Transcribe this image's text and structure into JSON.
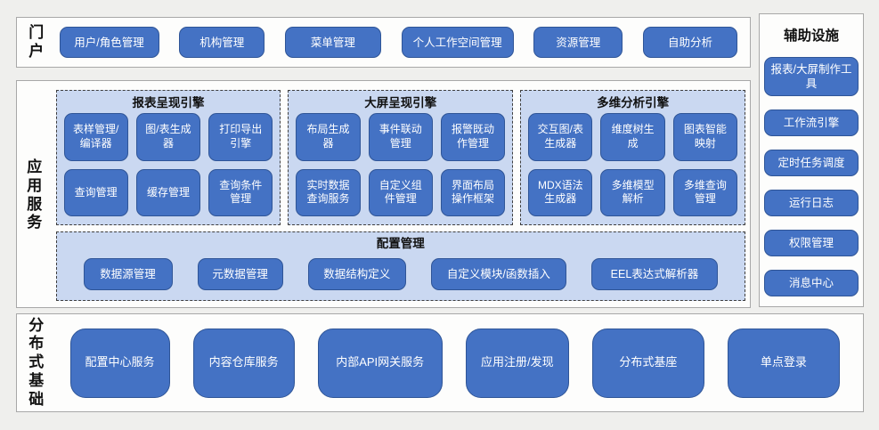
{
  "colors": {
    "button_fill": "#4472C4",
    "button_border": "#2F5597",
    "button_text": "#FFFFFF",
    "panel_fill": "#CAD8F1",
    "panel_dashed_border": "#3E3E3E",
    "section_fill": "#FDFDFC",
    "section_border": "#A8A8A8",
    "background": "#EFEFED",
    "label_text": "#121212"
  },
  "portal": {
    "label": "门户",
    "buttons": [
      "用户/角色管理",
      "机构管理",
      "菜单管理",
      "个人工作空间管理",
      "资源管理",
      "自助分析"
    ]
  },
  "app_services": {
    "label": "应用服务",
    "engines": [
      {
        "title": "报表呈现引擎",
        "buttons": [
          "表样管理/编译器",
          "图/表生成器",
          "打印导出引擎",
          "查询管理",
          "缓存管理",
          "查询条件管理"
        ]
      },
      {
        "title": "大屏呈现引擎",
        "buttons": [
          "布局生成器",
          "事件联动管理",
          "报警既动作管理",
          "实时数据查询服务",
          "自定义组件管理",
          "界面布局操作框架"
        ]
      },
      {
        "title": "多维分析引擎",
        "buttons": [
          "交互图/表生成器",
          "维度树生成",
          "图表智能映射",
          "MDX语法生成器",
          "多维模型解析",
          "多维查询管理"
        ]
      }
    ],
    "config": {
      "title": "配置管理",
      "buttons": [
        "数据源管理",
        "元数据管理",
        "数据结构定义",
        "自定义模块/函数插入",
        "EEL表达式解析器"
      ]
    }
  },
  "auxiliary": {
    "title": "辅助设施",
    "buttons": [
      "报表/大屏制作工具",
      "工作流引擎",
      "定时任务调度",
      "运行日志",
      "权限管理",
      "消息中心"
    ]
  },
  "foundation": {
    "label": "分布式基础",
    "buttons": [
      "配置中心服务",
      "内容仓库服务",
      "内部API网关服务",
      "应用注册/发现",
      "分布式基座",
      "单点登录"
    ]
  }
}
